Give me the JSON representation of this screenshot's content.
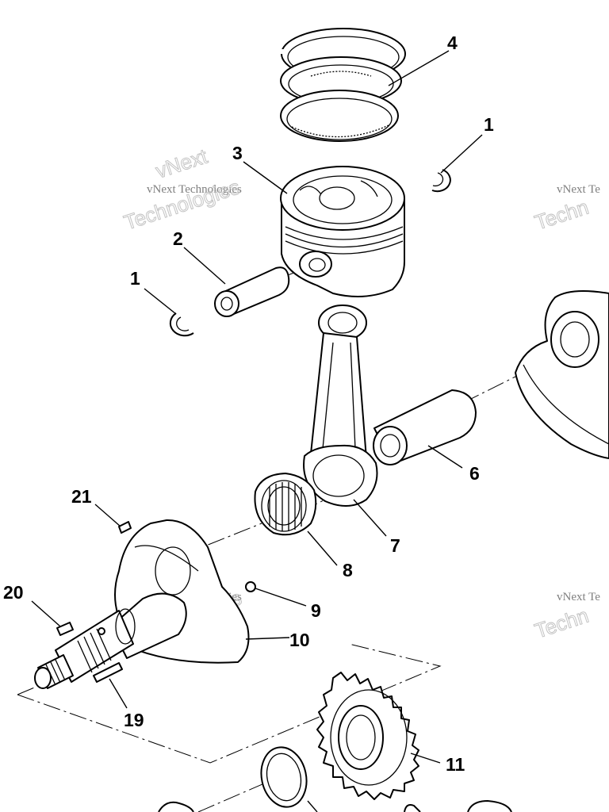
{
  "callouts": {
    "c1a": "1",
    "c1b": "1",
    "c2": "2",
    "c3": "3",
    "c4": "4",
    "c6": "6",
    "c7": "7",
    "c8": "8",
    "c9": "9",
    "c10": "10",
    "c11": "11",
    "c19": "19",
    "c20": "20",
    "c21": "21"
  },
  "watermark": {
    "line1": "vNext Technologies",
    "big_top": "vNext",
    "big_bottom": "Technologies",
    "partial_small": "vNext Te",
    "partial_big": "Techn"
  }
}
